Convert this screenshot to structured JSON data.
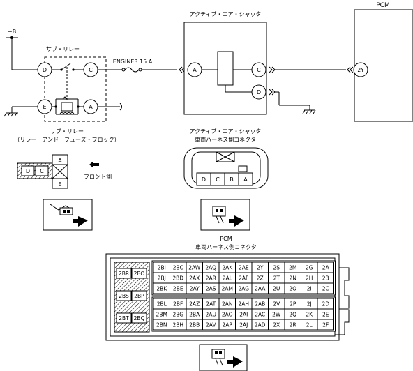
{
  "labels": {
    "pcm_title": "PCM",
    "plus_b": "+B",
    "sub_relay": "サブ・リレー",
    "fuse": "ENGINE3 15 A",
    "shutter_title": "アクティブ・エア・シャッタ",
    "sub_relay_caption_1": "サブ・リレー",
    "sub_relay_caption_2": "（リレー　アンド　フューズ・ブロック）",
    "shutter_conn_1": "アクティブ・エア・シャッタ",
    "shutter_conn_2": "車両ハーネス側コネクタ",
    "front_side": "フロント側",
    "pcm_conn_1": "PCM",
    "pcm_conn_2": "車両ハーネス側コネクタ"
  },
  "relay_terminals": {
    "D": "D",
    "C": "C",
    "E": "E",
    "A": "A"
  },
  "shutter_terminals": {
    "A": "A",
    "C": "C",
    "D": "D"
  },
  "pcm_terminal": "2Y",
  "relay_connector_pins": [
    "D",
    "C",
    "A",
    "E"
  ],
  "shutter_connector_pins": [
    "D",
    "C",
    "B",
    "A"
  ],
  "pcm_connector": {
    "left_pins": [
      "2BR",
      "2BO",
      "2BS",
      "2BP",
      "2BT",
      "2BQ"
    ],
    "upper_rows": [
      [
        "2BI",
        "2BC",
        "2AW",
        "2AQ",
        "2AK",
        "2AE",
        "2Y",
        "2S",
        "2M",
        "2G",
        "2A"
      ],
      [
        "2BJ",
        "2BD",
        "2AX",
        "2AR",
        "2AL",
        "2AF",
        "2Z",
        "2T",
        "2N",
        "2H",
        "2B"
      ],
      [
        "2BK",
        "2BE",
        "2AY",
        "2AS",
        "2AM",
        "2AG",
        "2AA",
        "2U",
        "2O",
        "2I",
        "2C"
      ]
    ],
    "lower_rows": [
      [
        "2BL",
        "2BF",
        "2AZ",
        "2AT",
        "2AN",
        "2AH",
        "2AB",
        "2V",
        "2P",
        "2J",
        "2D"
      ],
      [
        "2BM",
        "2BG",
        "2BA",
        "2AU",
        "2AO",
        "2AI",
        "2AC",
        "2W",
        "2Q",
        "2K",
        "2E"
      ],
      [
        "2BN",
        "2BH",
        "2BB",
        "2AV",
        "2AP",
        "2AJ",
        "2AD",
        "2X",
        "2R",
        "2L",
        "2F"
      ]
    ]
  }
}
